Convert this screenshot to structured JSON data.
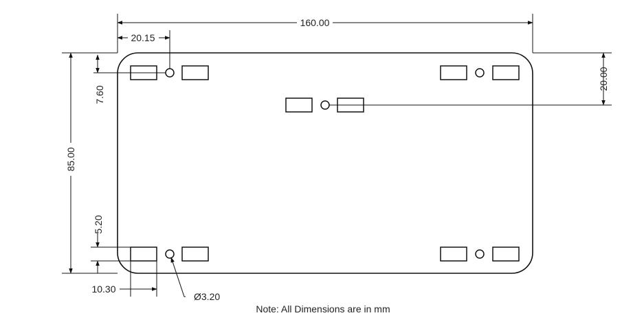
{
  "dimensions": {
    "overall_width": "160.00",
    "hole_x_offset": "20.15",
    "top_hole_y_offset": "7.60",
    "overall_height": "85.00",
    "bottom_hole_y_offset": "5.20",
    "pad_width": "10.30",
    "center_hole_y_offset": "20.00",
    "hole_diameter": "Ø3.20"
  },
  "note": "Note: All Dimensions are in mm"
}
